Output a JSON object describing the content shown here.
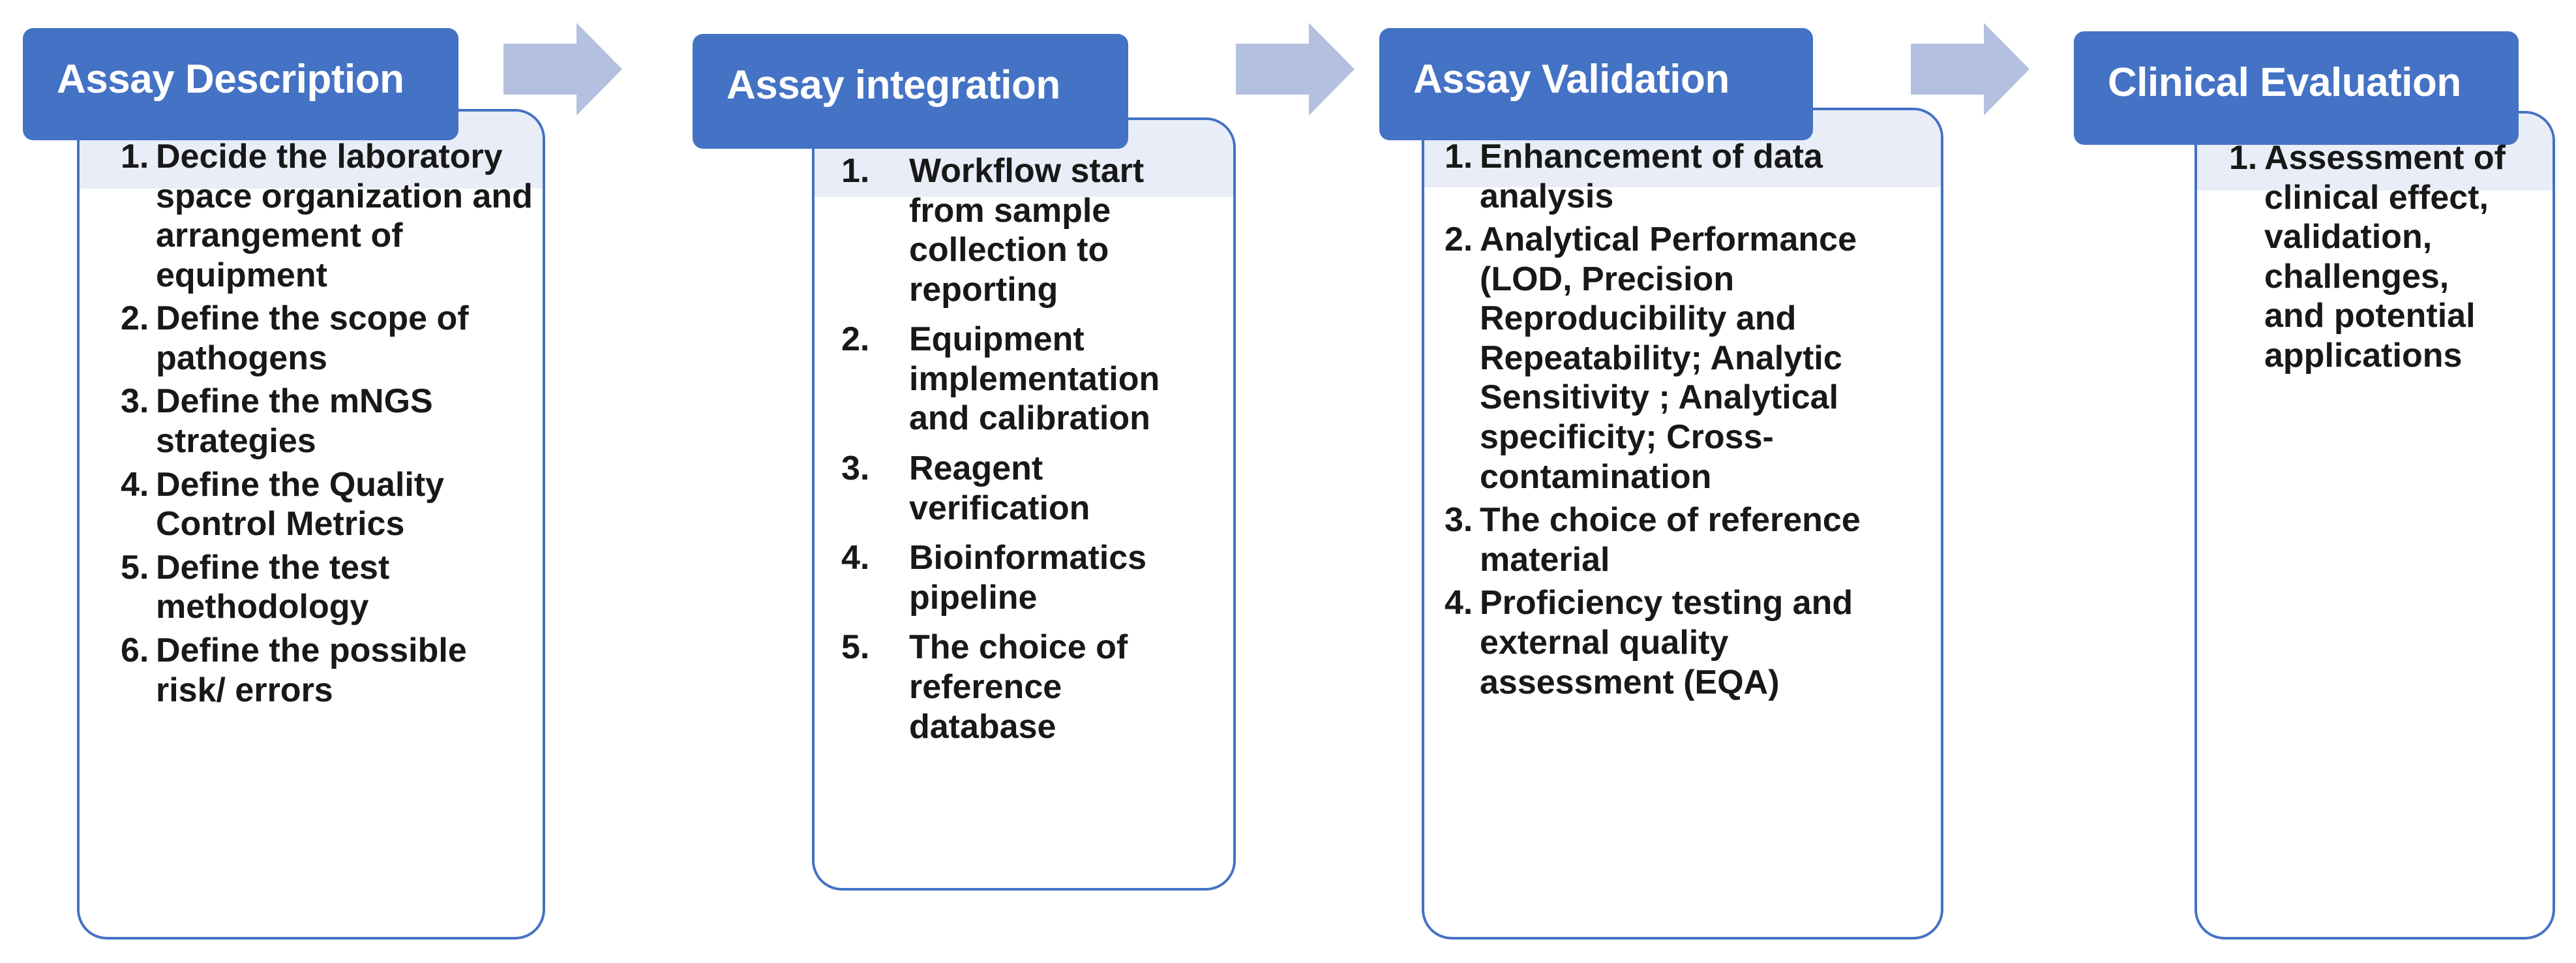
{
  "diagram": {
    "title_flow": "Assay Description → Assay integration → Assay Validation → Clinical Evaluation",
    "colors": {
      "header_blue": "#4472C4",
      "card_border_blue": "#4472C4",
      "arrow_blue": "#B4C0E0",
      "band_blue": "#E9EDF7",
      "text_black": "#181818",
      "header_text": "#FFFFFF"
    },
    "phases": [
      {
        "id": "assay-description",
        "header": "Assay Description",
        "numbering": "tight",
        "steps": [
          {
            "num": "1.",
            "text": "Decide the laboratory space organization and arrangement of equipment"
          },
          {
            "num": "2.",
            "text": "Define the scope of pathogens"
          },
          {
            "num": "3.",
            "text": "Define the mNGS strategies"
          },
          {
            "num": "4.",
            "text": "Define the Quality Control Metrics"
          },
          {
            "num": "5.",
            "text": "Define the test methodology"
          },
          {
            "num": "6.",
            "text": "Define the possible risk/ errors"
          }
        ]
      },
      {
        "id": "assay-integration",
        "header": "Assay integration",
        "numbering": "spaced",
        "steps": [
          {
            "num": "1.",
            "text": "Workflow start from sample collection to reporting"
          },
          {
            "num": "2.",
            "text": "Equipment implementation and calibration"
          },
          {
            "num": "3.",
            "text": "Reagent verification"
          },
          {
            "num": "4.",
            "text": "Bioinformatics pipeline"
          },
          {
            "num": "5.",
            "text": "The choice of reference database"
          }
        ]
      },
      {
        "id": "assay-validation",
        "header": "Assay Validation",
        "numbering": "tight",
        "steps": [
          {
            "num": "1.",
            "text": "Enhancement of data analysis"
          },
          {
            "num": "2.",
            "text": "Analytical Performance (LOD, Precision Reproducibility and Repeatability; Analytic Sensitivity ; Analytical specificity; Cross-contamination"
          },
          {
            "num": "3.",
            "text": "The choice of reference material"
          },
          {
            "num": "4.",
            "text": "Proficiency testing and external quality assessment (EQA)"
          }
        ]
      },
      {
        "id": "clinical-evaluation",
        "header": "Clinical Evaluation",
        "numbering": "tight",
        "steps": [
          {
            "num": "1.",
            "text": "Assessment of clinical effect, validation, challenges, and potential applications"
          }
        ]
      }
    ],
    "arrows": [
      {
        "id": "arrow-1",
        "from": "assay-description",
        "to": "assay-integration",
        "direction": "right"
      },
      {
        "id": "arrow-2",
        "from": "assay-integration",
        "to": "assay-validation",
        "direction": "right"
      },
      {
        "id": "arrow-3",
        "from": "assay-validation",
        "to": "clinical-evaluation",
        "direction": "right"
      }
    ]
  }
}
